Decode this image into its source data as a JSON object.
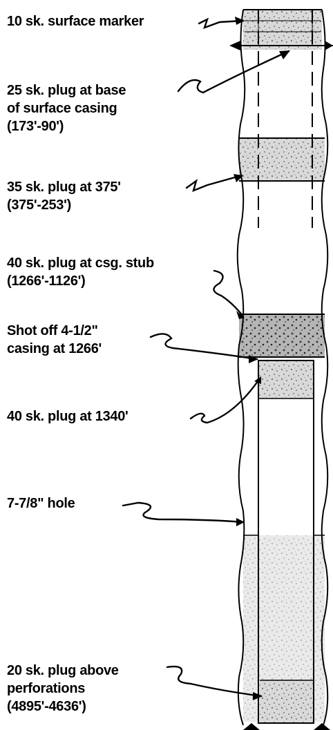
{
  "diagram": {
    "ink_color": "#000000",
    "cement_color": "#cfcfcf",
    "labels": {
      "surface_marker": [
        "10 sk. surface marker"
      ],
      "plug_base_surface_casing": [
        "25 sk. plug at base",
        "of surface casing",
        "(173'-90')"
      ],
      "plug_375": [
        "35 sk. plug at 375'",
        "(375'-253')"
      ],
      "plug_csg_stub": [
        "40 sk. plug at csg. stub",
        "(1266'-1126')"
      ],
      "shot_off_casing": [
        "Shot off 4-1/2\"",
        "casing at 1266'"
      ],
      "plug_1340": [
        "40 sk. plug at 1340'"
      ],
      "hole_size": [
        "7-7/8\" hole"
      ],
      "plug_above_perforations": [
        "20 sk. plug above",
        "perforations",
        "(4895'-4636')"
      ]
    }
  }
}
